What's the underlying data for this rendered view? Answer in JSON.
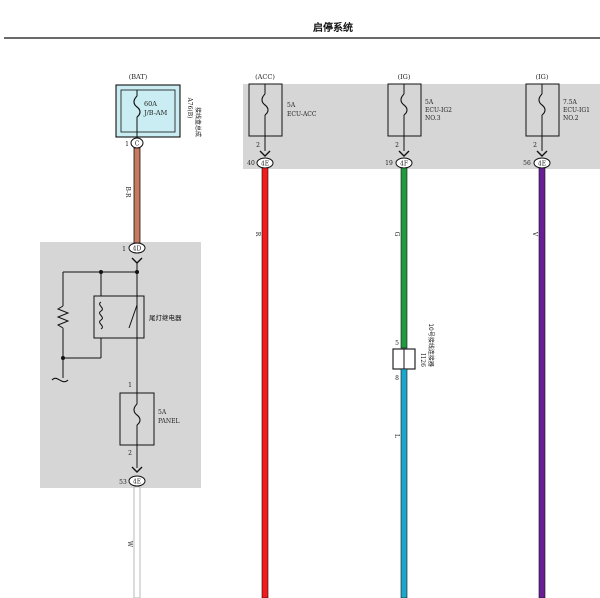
{
  "header": {
    "title": "启停系统"
  },
  "colors": {
    "shade": "#d6d6d6",
    "fuse_box_fill": "#c9edf2",
    "wire_br": "#c87a60",
    "wire_r": "#f21c1c",
    "wire_g": "#1f9a3d",
    "wire_l": "#1ba7cc",
    "wire_v": "#6a1e96",
    "wire_w": "#cccccc",
    "stroke": "#111111"
  },
  "bat_fuse": {
    "source": "(BAT)",
    "rating": "60A",
    "name": "J/B-AM",
    "pin": "1",
    "connector": "C",
    "assembly_code": "A76(B)",
    "assembly_name": "接线盒总成"
  },
  "wire_br": {
    "label": "B-R"
  },
  "relay_block": {
    "in_pin": "1",
    "in_connector": "4D",
    "relay_name": "尾灯继电器",
    "fuse_pin_top": "1",
    "fuse_rating": "5A",
    "fuse_name": "PANEL",
    "fuse_pin_bottom": "2",
    "out_pin": "53",
    "out_connector": "4E"
  },
  "wire_w": {
    "label": "W"
  },
  "top_fuses": [
    {
      "source": "(ACC)",
      "rating": "5A",
      "name": "ECU-ACC",
      "name2": "",
      "pin": "2",
      "term_pin": "40",
      "connector": "4E",
      "wire_label": "R"
    },
    {
      "source": "(IG)",
      "rating": "5A",
      "name": "ECU-IG2",
      "name2": "NO.3",
      "pin": "2",
      "term_pin": "19",
      "connector": "4F",
      "wire_label": "G"
    },
    {
      "source": "(IG)",
      "rating": "7.5A",
      "name": "ECU-IG1",
      "name2": "NO.2",
      "pin": "2",
      "term_pin": "56",
      "connector": "4E",
      "wire_label": "V"
    }
  ],
  "junction": {
    "code": "I126",
    "name": "10号接线连接器",
    "pin_top": "5",
    "pin_bottom": "8"
  },
  "wire_l": {
    "label": "L"
  }
}
